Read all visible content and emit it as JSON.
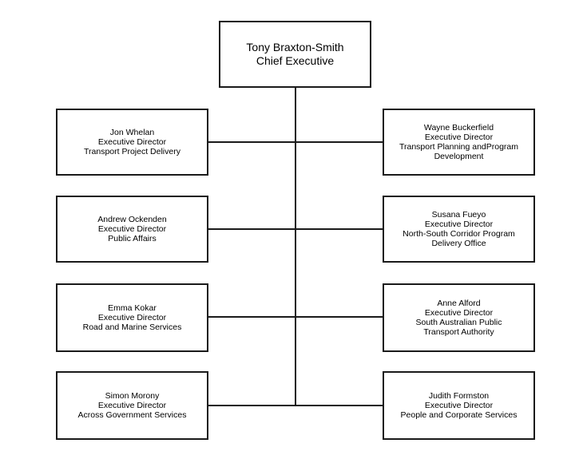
{
  "chief": {
    "name": "Tony Braxton-Smith",
    "title": "Chief Executive"
  },
  "left": [
    {
      "name": "Jon Whelan",
      "title": "Executive Director",
      "unit": [
        "Transport Project Delivery"
      ]
    },
    {
      "name": "Andrew Ockenden",
      "title": "Executive Director",
      "unit": [
        "Public Affairs"
      ]
    },
    {
      "name": "Emma Kokar",
      "title": "Executive Director",
      "unit": [
        "Road and Marine Services"
      ]
    },
    {
      "name": "Simon Morony",
      "title": "Executive Director",
      "unit": [
        "Across Government Services"
      ]
    }
  ],
  "right": [
    {
      "name": "Wayne Buckerfield",
      "title": "Executive Director",
      "unit": [
        "Transport Planning andProgram",
        "Development"
      ]
    },
    {
      "name": "Susana Fueyo",
      "title": "Executive Director",
      "unit": [
        "North-South Corridor Program",
        "Delivery Office"
      ]
    },
    {
      "name": "Anne Alford",
      "title": "Executive Director",
      "unit": [
        "South Australian Public",
        "Transport Authority"
      ]
    },
    {
      "name": "Judith Formston",
      "title": "Executive Director",
      "unit": [
        "People and Corporate Services"
      ]
    }
  ]
}
